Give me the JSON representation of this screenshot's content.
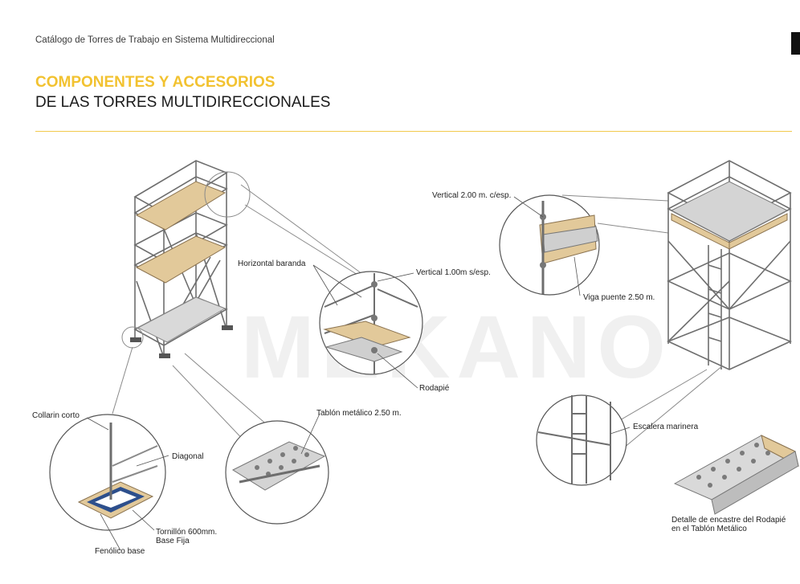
{
  "header": {
    "catalog_title": "Catálogo de Torres de Trabajo en Sistema Multidireccional"
  },
  "section": {
    "title_line1": "COMPONENTES Y ACCESORIOS",
    "title_line2": "DE LAS TORRES MULTIDIRECCIONALES"
  },
  "watermark": {
    "brand": "MEKANO"
  },
  "labels": {
    "horizontal_baranda": "Horizontal baranda",
    "vertical_100": "Vertical 1.00m s/esp.",
    "rodapie": "Rodapié",
    "vertical_200": "Vertical 2.00 m. c/esp.",
    "viga_puente": "Viga puente 2.50 m.",
    "collarin_corto": "Collarin corto",
    "diagonal": "Diagonal",
    "tornillon_line1": "Tornillón 600mm.",
    "tornillon_line2": "Base Fija",
    "fenolico_base": "Fenólico base",
    "tablon_metalico": "Tablón metálico 2.50 m.",
    "escalera_marinera": "Escalera marinera",
    "detalle_line1": "Detalle de encastre del Rodapié",
    "detalle_line2": "en el Tablón Metálico"
  },
  "colors": {
    "accent": "#f2c230",
    "rule": "#f2c94c",
    "wood": "#e2c99a",
    "steel": "#6e6e6e",
    "blue_plate": "#2d4f8c"
  }
}
